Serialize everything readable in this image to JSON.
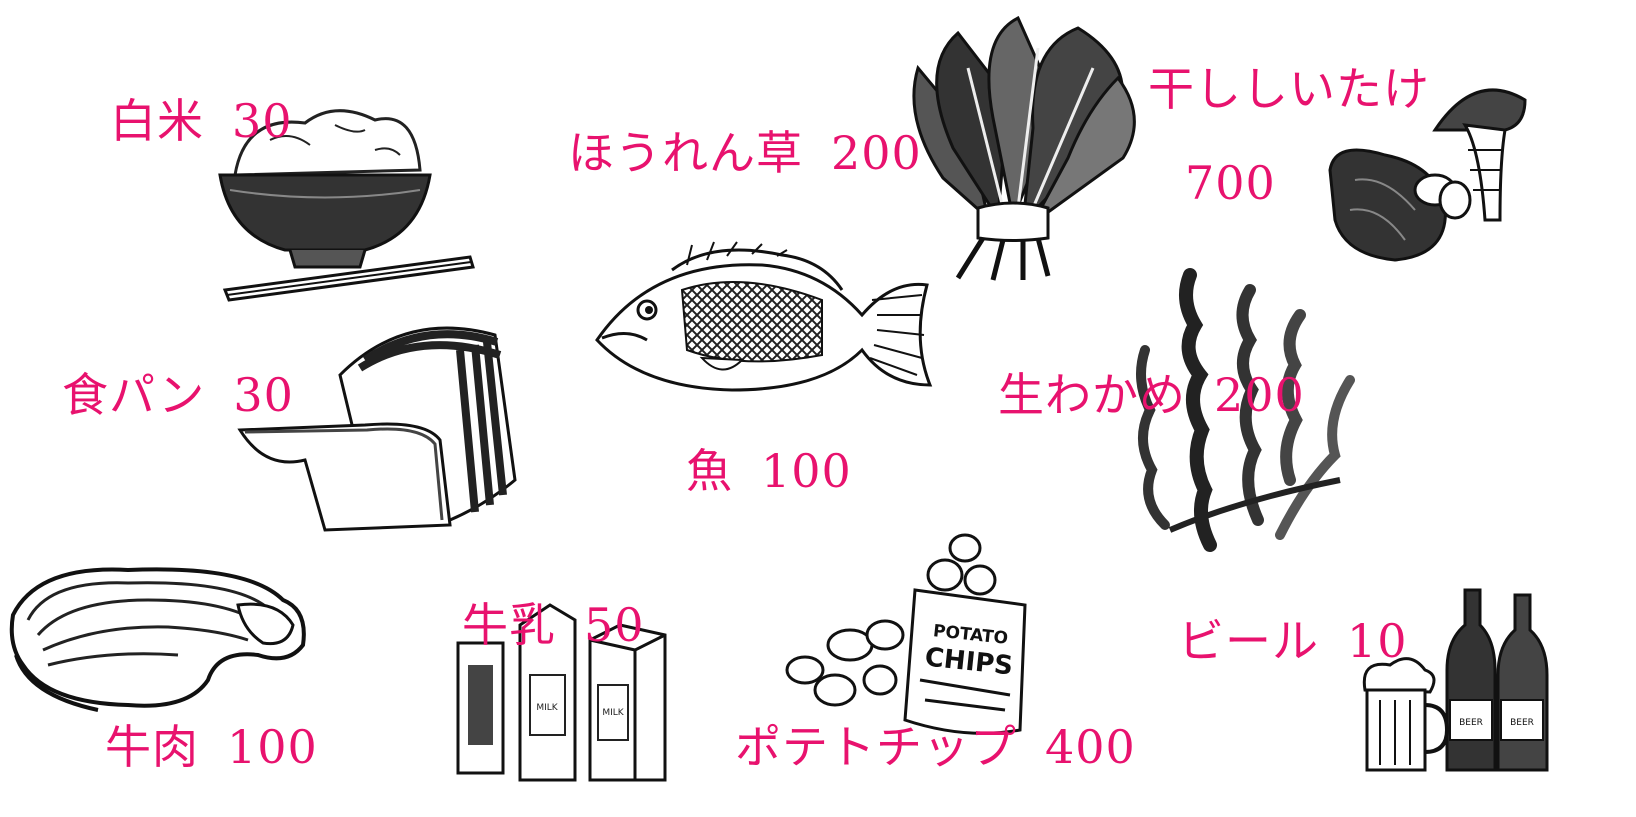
{
  "label_color": "#e8126e",
  "foods": {
    "rice": {
      "name": "白米",
      "value": "30",
      "icon": "rice-bowl-icon"
    },
    "spinach": {
      "name": "ほうれん草",
      "value": "200",
      "icon": "spinach-icon"
    },
    "shiitake": {
      "name": "干ししいたけ",
      "value": "700",
      "icon": "shiitake-icon"
    },
    "bread": {
      "name": "食パン",
      "value": "30",
      "icon": "bread-icon"
    },
    "fish": {
      "name": "魚",
      "value": "100",
      "icon": "fish-icon"
    },
    "wakame": {
      "name": "生わかめ",
      "value": "200",
      "icon": "wakame-icon"
    },
    "beef": {
      "name": "牛肉",
      "value": "100",
      "icon": "steak-icon"
    },
    "milk": {
      "name": "牛乳",
      "value": "50",
      "icon": "milk-cartons-icon",
      "carton_text": "MILK"
    },
    "chips": {
      "name": "ポテトチップ",
      "value": "400",
      "icon": "potato-chips-icon",
      "bag_text": [
        "POTATO",
        "CHIPS"
      ]
    },
    "beer": {
      "name": "ビール",
      "value": "10",
      "icon": "beer-icon",
      "bottle_text": "BEER"
    }
  }
}
